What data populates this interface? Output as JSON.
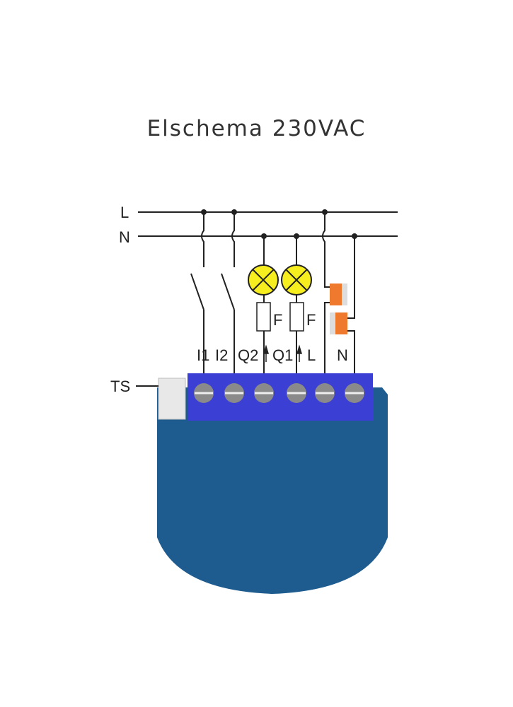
{
  "title": "Elschema 230VAC",
  "diagram": {
    "lines": {
      "live": "L",
      "neutral": "N"
    },
    "terminals": [
      "I1",
      "I2",
      "Q2",
      "Q1",
      "L",
      "N"
    ],
    "fuse_label": "F",
    "sensor_label": "TS",
    "colors": {
      "body": "#1e5c8f",
      "terminal_block": "#3b3fd3",
      "lamp": "#f6ee1e",
      "connector": "#ef7a2e"
    }
  }
}
